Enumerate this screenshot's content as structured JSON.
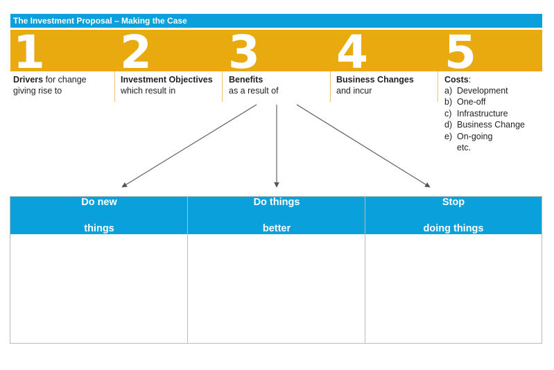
{
  "colors": {
    "blue": "#0aa0dc",
    "gold": "#e8aa0e",
    "arrow": "#555555"
  },
  "title": "The Investment Proposal – Making the Case",
  "steps": [
    {
      "number": "1",
      "heading": "Drivers",
      "text": " for change",
      "line2": "giving rise to"
    },
    {
      "number": "2",
      "heading": "Investment Objectives",
      "text": "",
      "line2": "which result in"
    },
    {
      "number": "3",
      "heading": "Benefits",
      "text": "",
      "line2": "as a result of"
    },
    {
      "number": "4",
      "heading": "Business Changes",
      "text": "",
      "line2": "and incur"
    },
    {
      "number": "5",
      "heading": "Costs",
      "text": ":",
      "line2": ""
    }
  ],
  "costs": [
    {
      "letter": "a)",
      "label": "Development"
    },
    {
      "letter": "b)",
      "label": "One-off"
    },
    {
      "letter": "c)",
      "label": "Infrastructure"
    },
    {
      "letter": "d)",
      "label": "Business Change"
    },
    {
      "letter": "e)",
      "label": "On-going"
    },
    {
      "letter": "",
      "label": "etc."
    }
  ],
  "columns": [
    {
      "line1": "Do new",
      "line2": "things"
    },
    {
      "line1": "Do things",
      "line2": "better"
    },
    {
      "line1": "Stop",
      "line2": "doing things"
    }
  ]
}
